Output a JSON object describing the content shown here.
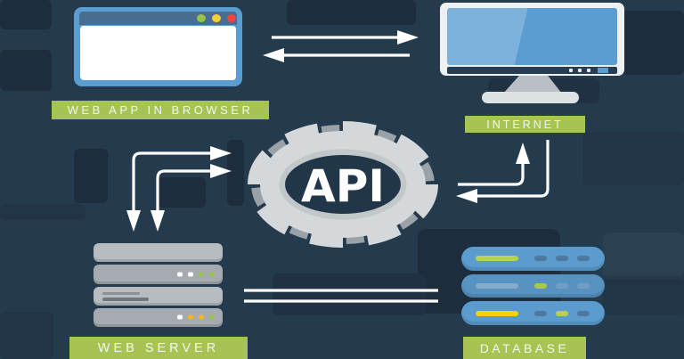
{
  "nodes": {
    "browser": {
      "label": "WEB APP IN BROWSER"
    },
    "internet": {
      "label": "INTERNET"
    },
    "api": {
      "label": "API"
    },
    "web_server": {
      "label": "WEB SERVER"
    },
    "database": {
      "label": "DATABASE"
    }
  },
  "connections": [
    {
      "from": "web-app-in-browser",
      "to": "internet",
      "style": "straight-arrow-right"
    },
    {
      "from": "internet",
      "to": "web-app-in-browser",
      "style": "straight-arrow-left"
    },
    {
      "from": "web-server",
      "to": "api",
      "style": "elbow-arrow-double-headed"
    },
    {
      "from": "web-server",
      "to": "api",
      "style": "elbow-arrow-double-headed"
    },
    {
      "from": "api",
      "to": "internet",
      "style": "elbow-arrow-up"
    },
    {
      "from": "internet",
      "to": "api",
      "style": "elbow-arrow-left"
    },
    {
      "from": "web-server",
      "to": "database",
      "style": "double-parallel-lines"
    }
  ],
  "colors": {
    "background": "#243a4d",
    "background_dark_brick": "#1d2d3d",
    "background_light_brick": "#2a4154",
    "label_green": "#a5c453",
    "label_text": "#f4f8ec",
    "accent_blue": "#5b9dd1",
    "browser_titlebar": "#4a6d8f",
    "gear_light": "#d5d8da",
    "gear_notch": "#9aa1a7",
    "arrow_white": "#ffffff"
  },
  "browser_window_controls": [
    "#96c24d",
    "#f6cf37",
    "#ed4342"
  ],
  "server_leds": {
    "row2": [
      "#ffffff",
      "#ffffff",
      "#9cc24f",
      "#9cc24f"
    ],
    "row4": [
      "#ffffff",
      "#f2b71d",
      "#f2b71d",
      "#9cc24f"
    ]
  },
  "database_rows": {
    "row1": {
      "bar": "#b8d24f",
      "dashes": [
        "#4d79a0",
        "#4d79a0",
        "#4d79a0"
      ]
    },
    "row2": {
      "bar": "#84abc9",
      "dashes": [
        "#a9c94c",
        "#6f9dc4",
        "#6f9dc4"
      ]
    },
    "row3": {
      "bar": "#fdd10a",
      "dashes": [
        "#4d79a0",
        "#b9cf55",
        "#4d79a0"
      ]
    }
  }
}
